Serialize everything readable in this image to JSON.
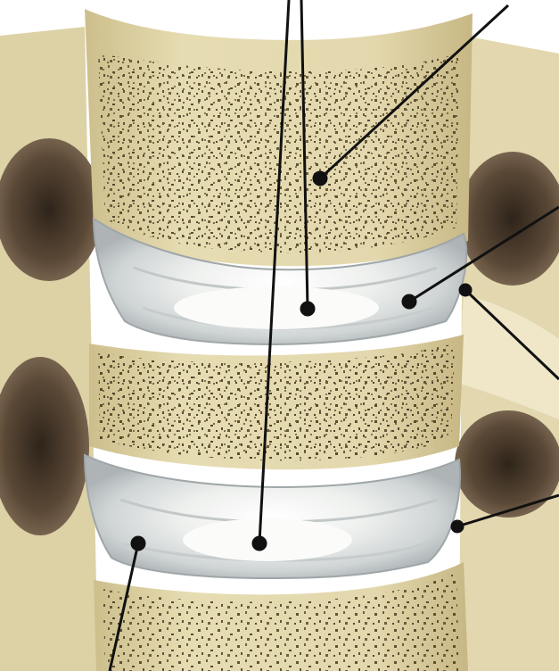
{
  "diagram": {
    "colors": {
      "background": "#ffffff",
      "bone_light": "#e9dfb6",
      "bone_mid": "#d9cc9a",
      "bone_shadow": "#b9a873",
      "cancellous_pore": "#4a3b24",
      "foramen_dark": "#3b2e22",
      "foramen_mid": "#6b5844",
      "disc_outer": "#cfd3d4",
      "disc_ring": "#b7bcbf",
      "nucleus": "#f7f8f6",
      "leader_line": "#111111"
    },
    "structures": [
      "vertebral-body-upper",
      "vertebral-body-middle",
      "vertebral-body-lower",
      "intervertebral-disc-upper",
      "intervertebral-disc-lower",
      "nucleus-pulposus-upper",
      "nucleus-pulposus-lower",
      "annulus-fibrosus-upper",
      "annulus-fibrosus-lower",
      "intervertebral-foramen-left-upper",
      "intervertebral-foramen-left-lower",
      "intervertebral-foramen-right-upper",
      "intervertebral-foramen-right-lower",
      "pedicle-right"
    ],
    "leader_lines": [
      "leader-to-nucleus-upper",
      "leader-to-nucleus-lower",
      "leader-to-vertebral-body",
      "leader-to-annulus-upper",
      "leader-to-ligament-upper",
      "leader-to-ligament-lower",
      "leader-to-annulus-lower"
    ]
  }
}
